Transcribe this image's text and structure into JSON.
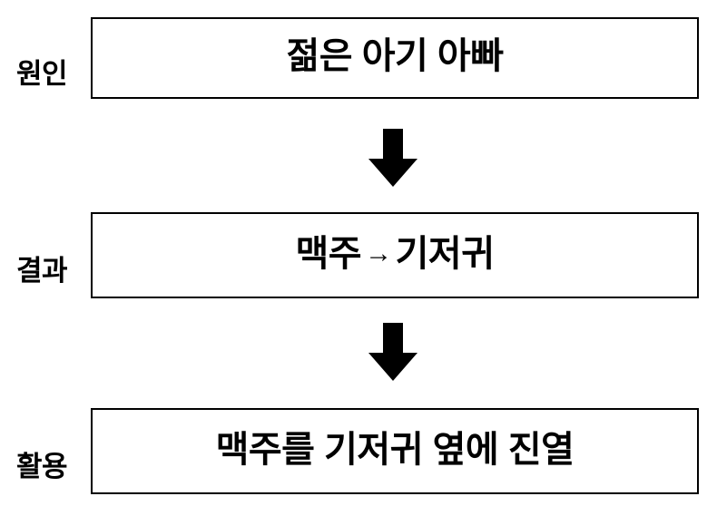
{
  "diagram": {
    "type": "vertical-flowchart",
    "background_color": "#ffffff",
    "text_color": "#000000",
    "border_color": "#000000",
    "rows": [
      {
        "label": "원인",
        "text": "젊은 아기 아빠"
      },
      {
        "label": "결과",
        "text_before": "맥주",
        "relation_arrow": "→",
        "text_after": "기저귀",
        "text": "맥주 → 기저귀"
      },
      {
        "label": "활용",
        "text": "맥주를 기저귀 옆에 진열"
      }
    ],
    "connectors": [
      {
        "name": "down-arrow",
        "glyph": "⬇",
        "from": "원인",
        "to": "결과"
      },
      {
        "name": "down-arrow",
        "glyph": "⬇",
        "from": "결과",
        "to": "활용"
      }
    ]
  }
}
